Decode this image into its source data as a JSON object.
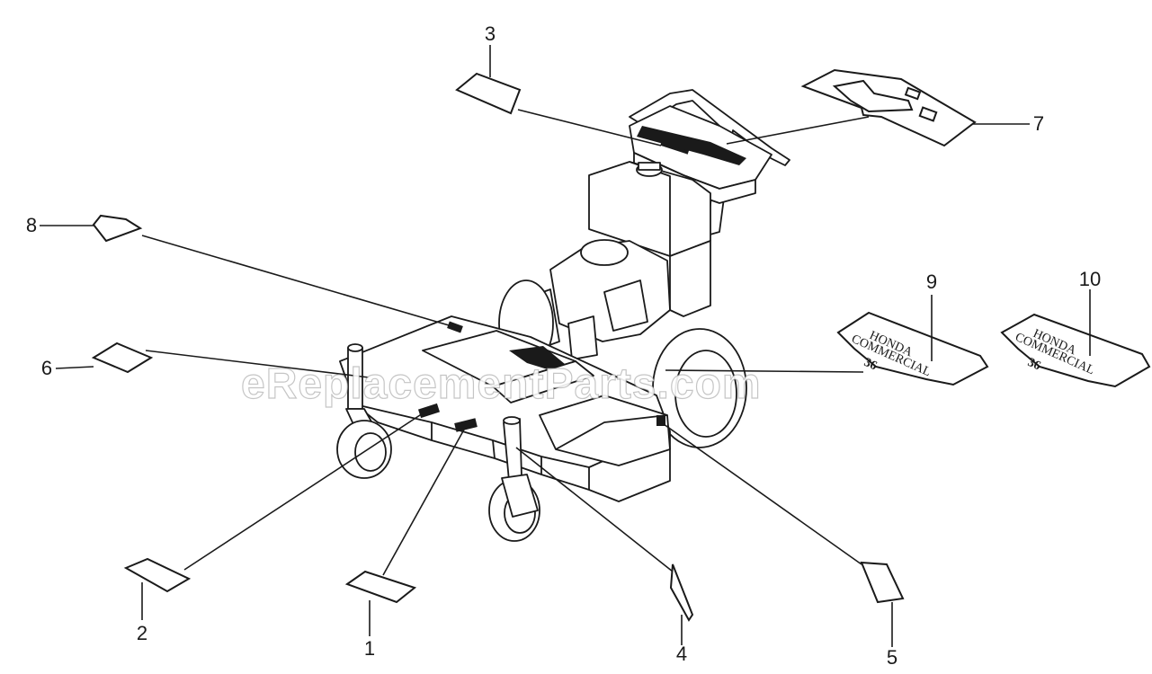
{
  "watermark": "eReplacementParts.com",
  "decal_text": {
    "brand": "HONDA",
    "line": "COMMERCIAL",
    "badge": "36"
  },
  "callouts": [
    {
      "id": "1",
      "label": "1"
    },
    {
      "id": "2",
      "label": "2"
    },
    {
      "id": "3",
      "label": "3"
    },
    {
      "id": "4",
      "label": "4"
    },
    {
      "id": "5",
      "label": "5"
    },
    {
      "id": "6",
      "label": "6"
    },
    {
      "id": "7",
      "label": "7"
    },
    {
      "id": "8",
      "label": "8"
    },
    {
      "id": "9",
      "label": "9"
    },
    {
      "id": "10",
      "label": "10"
    }
  ]
}
